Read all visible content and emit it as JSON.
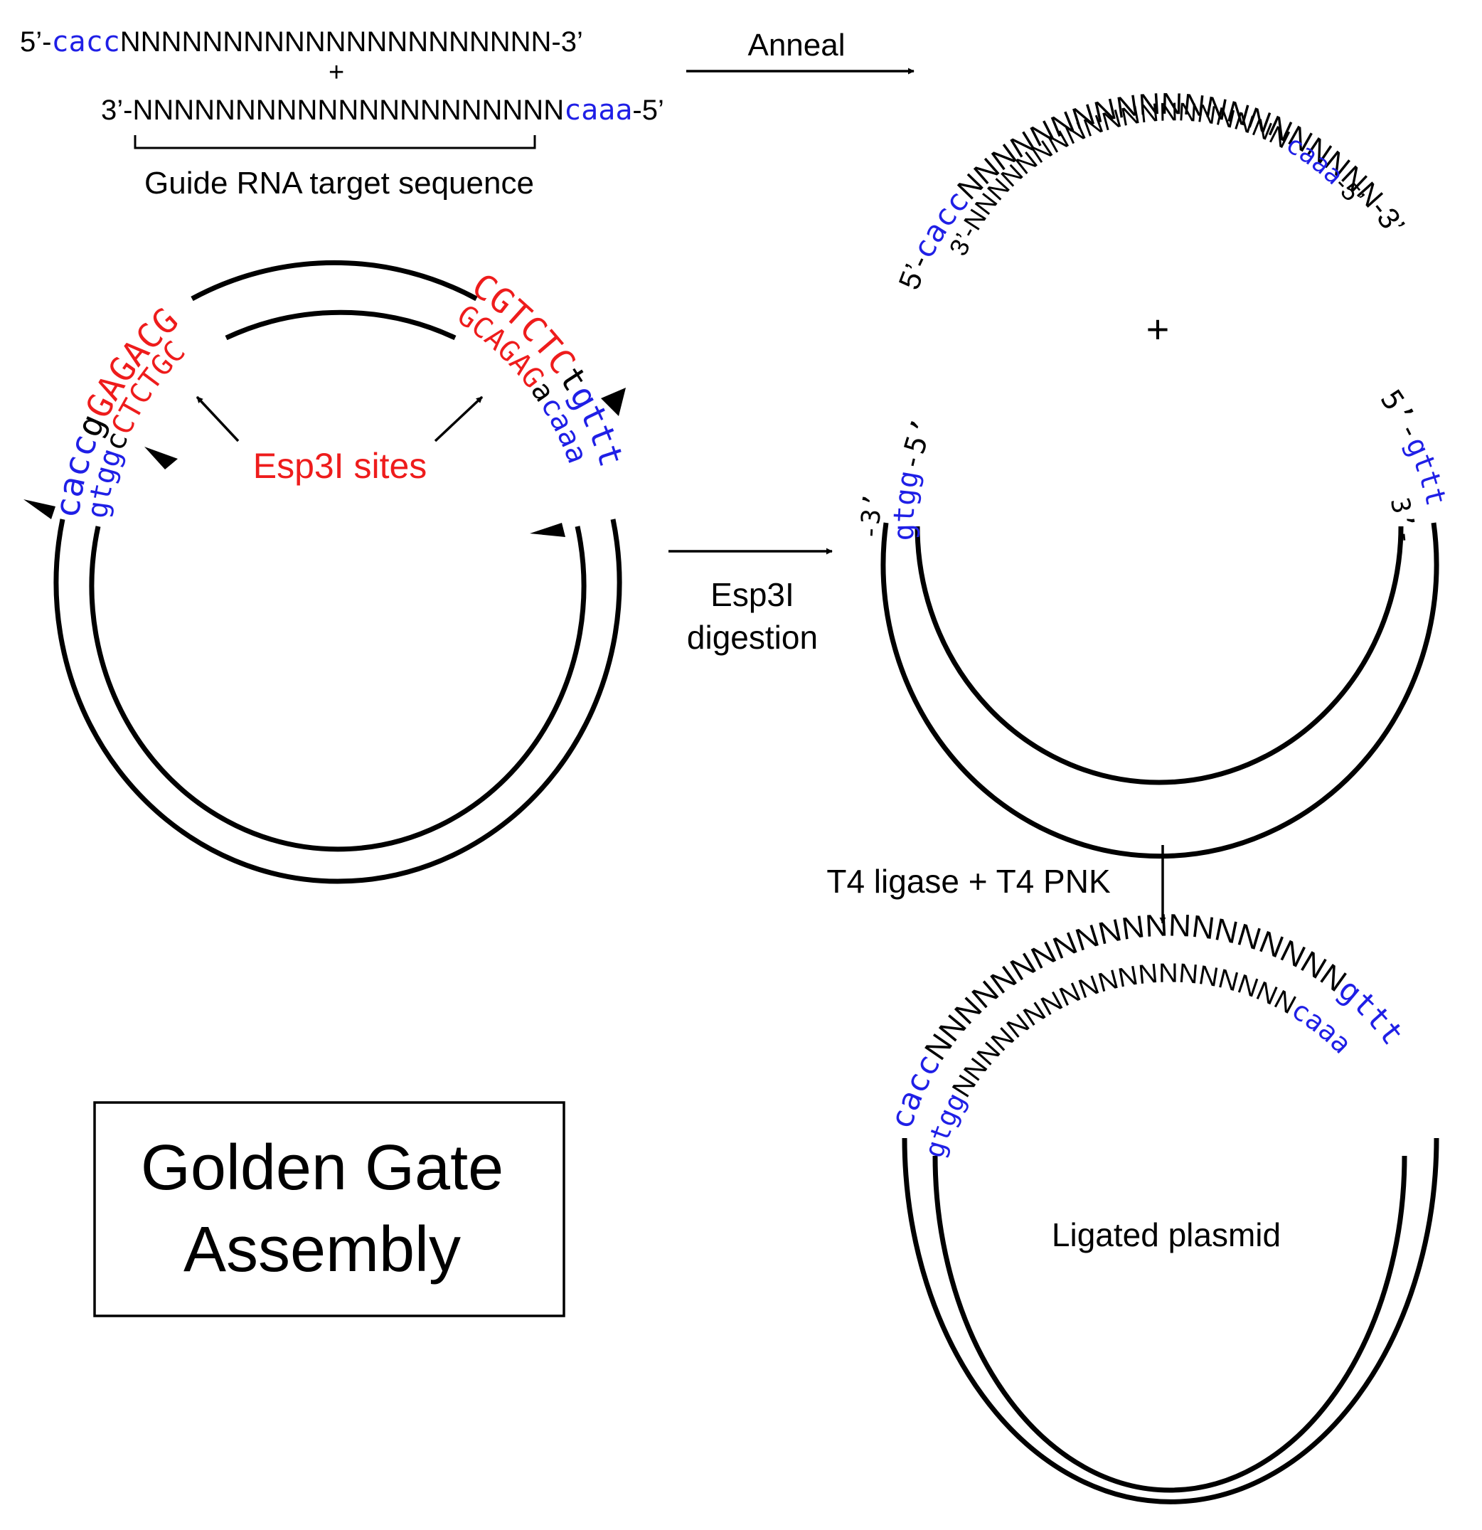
{
  "oligos": {
    "top_prefix": "5’-",
    "top_overhang": "cacc",
    "top_n": "NNNNNNNNNNNNNNNNNNNNN",
    "top_suffix": "-3’",
    "plus": "+",
    "bottom_prefix": "3’-",
    "bottom_n": "NNNNNNNNNNNNNNNNNNNNN",
    "bottom_overhang": "caaa",
    "bottom_suffix": "-5’",
    "bracket_label": "Guide RNA target sequence"
  },
  "steps": {
    "anneal": "Anneal",
    "digest_line1": "Esp3I",
    "digest_line2": "digestion",
    "ligation": "T4 ligase + T4 PNK",
    "plus": "+"
  },
  "annealed": {
    "top_prefix": "5’-",
    "top_overhang": "cacc",
    "top_n": "NNNNNNNNNNNNNNNNNNNN",
    "top_suffix": "N-3’",
    "bottom_prefix": "3’-",
    "bottom_n": "NNNNNNNNNNNNNNNNNNN",
    "bottom_overhang": "caaa",
    "bottom_suffix": "-5’"
  },
  "vector": {
    "left_outer_blue": "cacc",
    "left_outer_black": "g",
    "left_outer_red": "GAGACG",
    "left_inner_blue": "gtgg",
    "left_inner_black": "c",
    "left_inner_red": "CTCTGC",
    "right_outer_red": "CGTCTC",
    "right_outer_black": "t",
    "right_outer_blue": "gttt",
    "right_inner_red": "GCAGAG",
    "right_inner_black": "a",
    "right_inner_blue": "caaa",
    "sites_label": "Esp3I sites"
  },
  "digested": {
    "left_outer_end": "-3’",
    "left_inner_blue": "gtgg",
    "left_inner_end": "-5’",
    "right_outer_start": "5’-",
    "right_outer_blue": "gttt",
    "right_inner_end": "3’-"
  },
  "ligated": {
    "outer_blue_left": "cacc",
    "outer_n": "NNNNNNNNNNNNNNNNNNNN",
    "outer_blue_right": "gttt",
    "inner_blue_left": "gtgg",
    "inner_n": "NNNNNNNNNNNNNNNNNNN",
    "inner_blue_right": "caaa",
    "label": "Ligated plasmid"
  },
  "title": {
    "line1": "Golden Gate",
    "line2": "Assembly"
  },
  "colors": {
    "overhang": "#1f1fe6",
    "recognition_site": "#ee1c1c",
    "strand": "#000000"
  }
}
